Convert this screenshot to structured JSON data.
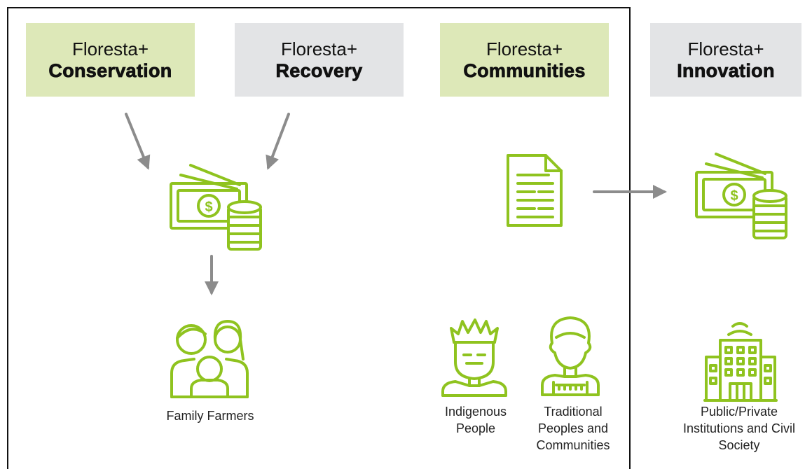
{
  "programs": [
    {
      "prefix": "Floresta+",
      "name": "Conservation",
      "color": "#dde8b8"
    },
    {
      "prefix": "Floresta+",
      "name": "Recovery",
      "color": "#e3e4e6"
    },
    {
      "prefix": "Floresta+",
      "name": "Communities",
      "color": "#dde8b8"
    },
    {
      "prefix": "Floresta+",
      "name": "Innovation",
      "color": "#e3e4e6"
    }
  ],
  "beneficiaries": {
    "family_farmers": "Family Farmers",
    "indigenous_people": "Indigenous People",
    "traditional_peoples": "Traditional Peoples and Communities",
    "institutions": "Public/Private Institutions and Civil Society"
  },
  "colors": {
    "icon": "#8fc31f",
    "arrow": "#8c8c8c",
    "border": "#111111"
  },
  "icons": {
    "money_left": "money-coins-icon",
    "document": "document-icon",
    "money_right": "money-coins-icon",
    "family": "family-icon",
    "indigenous": "indigenous-person-icon",
    "traditional": "traditional-person-icon",
    "building": "building-icon"
  }
}
